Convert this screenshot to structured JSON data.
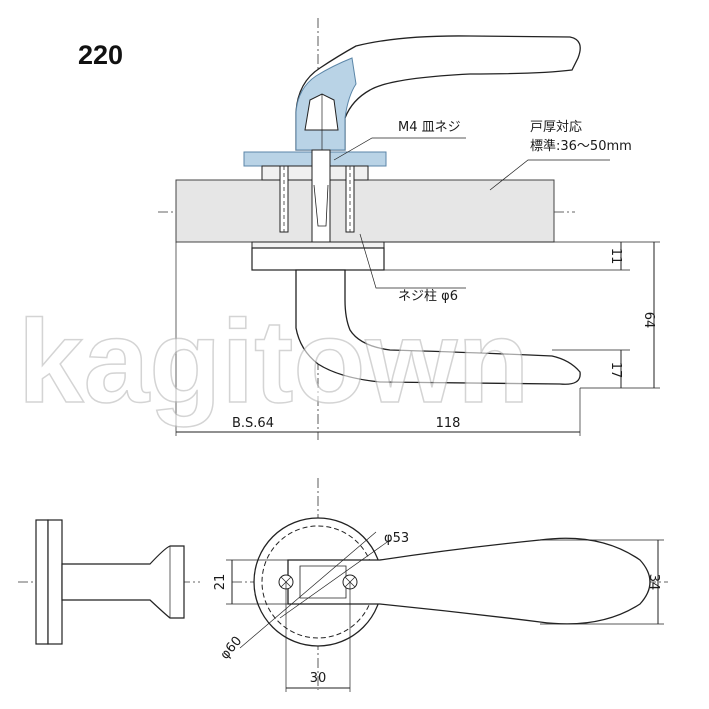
{
  "model_number": "220",
  "watermark": "kagitown",
  "section_view": {
    "screw_label": "M4 皿ネジ",
    "door_thickness_label": "戸厚対応",
    "door_thickness_value": "標準:36〜50mm",
    "post_label": "ネジ柱 φ6",
    "dim_backset": "B.S.64",
    "dim_lever_length": "118",
    "dim_rose_height": "11",
    "dim_lever_height": "64",
    "dim_lever_thickness": "17"
  },
  "front_view": {
    "dim_inner_circle": "φ53",
    "dim_outer_circle": "φ60",
    "dim_screw_spacing": "30",
    "dim_spindle_height": "21",
    "dim_lever_width": "34"
  },
  "colors": {
    "accent_blue": "#b9d3e6",
    "accent_blue_dark": "#7ea6c4",
    "door": "#e6e6e6",
    "line": "#222222"
  }
}
